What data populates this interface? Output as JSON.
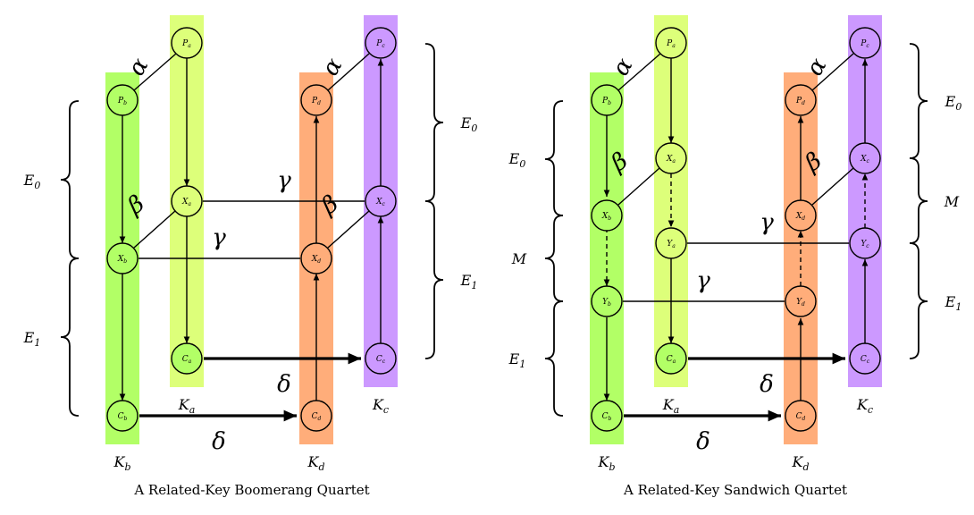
{
  "diagrams": [
    {
      "caption": "A Related-Key Boomerang Quartet",
      "keys": {
        "Kb": "K_b",
        "Ka": "K_a",
        "Kd": "K_d",
        "Kc": "K_c"
      },
      "nodes": {
        "Pa": [
          "P",
          "a"
        ],
        "Pb": [
          "P",
          "b"
        ],
        "Pc": [
          "P",
          "c"
        ],
        "Pd": [
          "P",
          "d"
        ],
        "Xa": [
          "X",
          "a"
        ],
        "Xb": [
          "X",
          "b"
        ],
        "Xc": [
          "X",
          "c"
        ],
        "Xd": [
          "X",
          "d"
        ],
        "Ca": [
          "C",
          "a"
        ],
        "Cb": [
          "C",
          "b"
        ],
        "Cc": [
          "C",
          "c"
        ],
        "Cd": [
          "C",
          "d"
        ]
      },
      "greek": {
        "alpha": "α",
        "beta": "β",
        "gamma": "γ",
        "delta": "δ"
      },
      "braces": {
        "left_top": [
          "E",
          "0"
        ],
        "left_bottom": [
          "E",
          "1"
        ],
        "right_top": [
          "E",
          "0"
        ],
        "right_bottom": [
          "E",
          "1"
        ]
      }
    },
    {
      "caption": "A Related-Key Sandwich Quartet",
      "keys": {
        "Kb": "K_b",
        "Ka": "K_a",
        "Kd": "K_d",
        "Kc": "K_c"
      },
      "nodes": {
        "Pa": [
          "P",
          "a"
        ],
        "Pb": [
          "P",
          "b"
        ],
        "Pc": [
          "P",
          "c"
        ],
        "Pd": [
          "P",
          "d"
        ],
        "Xa": [
          "X",
          "a"
        ],
        "Xb": [
          "X",
          "b"
        ],
        "Xc": [
          "X",
          "c"
        ],
        "Xd": [
          "X",
          "d"
        ],
        "Ya": [
          "Y",
          "a"
        ],
        "Yb": [
          "Y",
          "b"
        ],
        "Yc": [
          "Y",
          "c"
        ],
        "Yd": [
          "Y",
          "d"
        ],
        "Ca": [
          "C",
          "a"
        ],
        "Cb": [
          "C",
          "b"
        ],
        "Cc": [
          "C",
          "c"
        ],
        "Cd": [
          "C",
          "d"
        ]
      },
      "greek": {
        "alpha": "α",
        "beta": "β",
        "gamma": "γ",
        "delta": "δ"
      },
      "braces": {
        "left_top": [
          "E",
          "0"
        ],
        "left_mid": [
          "M",
          ""
        ],
        "left_bottom": [
          "E",
          "1"
        ],
        "right_top": [
          "E",
          "0"
        ],
        "right_mid": [
          "M",
          ""
        ],
        "right_bottom": [
          "E",
          "1"
        ]
      }
    }
  ],
  "colors": {
    "band_b": "#b2ff66",
    "band_a": "#ddff7a",
    "band_d": "#ffad7a",
    "band_c": "#cc99ff",
    "node_green": "#b2ff66",
    "node_yellow": "#ddff7a",
    "node_orange": "#ffad7a",
    "node_purple": "#cc99ff"
  }
}
